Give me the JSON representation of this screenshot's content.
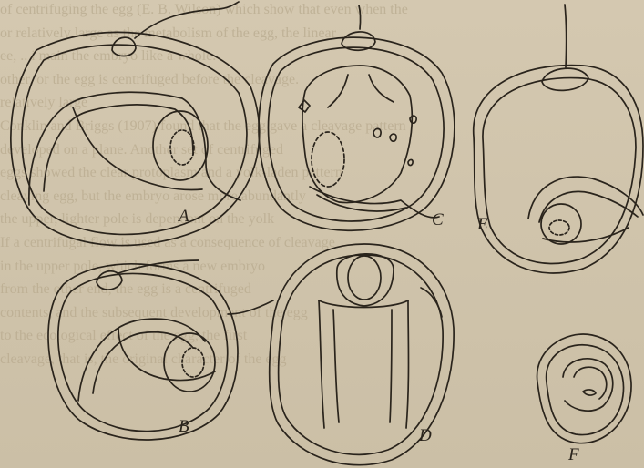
{
  "background_text": {
    "lines": [
      "of centrifuging the egg (E. B. Wilson) which show that even when the",
      "or relatively large as the metabolism of the egg, the linear",
      "ee, .. i main the embryo like a whole.",
      "other, or the egg is centrifuged before the cleavage.",
      "relatively large",
      "Conklin and Briggs (1907) found that the egg gave a cleavage pattern",
      "developed on a plane. Another set of centrifuged",
      "eggs showed the clear protoplasm and a yolk-laden pattern",
      "cleaving egg, but the embryo arose more abundantly",
      "the upper, lighter pole is dependent on the yolk",
      "If a centrifugal flow is used as a consequence of cleavage",
      "in the upper pole, which forms a new embryo",
      "from the other end, the egg is a centrifuged",
      "contents, and the subsequent development of the egg",
      "to the ecological effect of the egg, the first",
      "cleavage, that is, the original character of the egg"
    ]
  },
  "figure": {
    "labels": {
      "A": "A",
      "B": "B",
      "C": "C",
      "D": "D",
      "E": "E",
      "F": "F"
    }
  }
}
